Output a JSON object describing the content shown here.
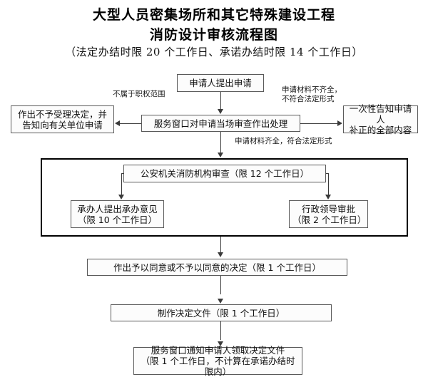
{
  "header": {
    "title_line1": "大型人员密集场所和其它特殊建设工程",
    "title_line2": "消防设计审核流程图",
    "subtitle": "（法定办结时限 20 个工作日、承诺办结时限 14 个工作日）"
  },
  "nodes": {
    "applicant_submit": "申请人提出申请",
    "service_window_review": "服务窗口对申请当场审查作出处理",
    "not_accepted": {
      "line1": "作出不予受理决定，并",
      "line2": "告知向有关单位申请"
    },
    "notify_correction": {
      "line1": "一次性告知申请人",
      "line2": "补正的全部内容"
    },
    "fire_agency_review": "公安机关消防机构审查（限 12 个工作日）",
    "handler_opinion": {
      "line1": "承办人提出承办意见",
      "line2": "（限 10 个工作日）"
    },
    "leader_approval": {
      "line1": "行政领导审批",
      "line2": "（限 2 个工作日）"
    },
    "decision": "作出予以同意或不予以同意的决定（限 1 个工作日）",
    "make_document": "制作决定文件（限 1 个工作日）",
    "notify_pickup": {
      "line1": "服务窗口通知申请人领取决定文件",
      "line2": "（限 1 个工作日，不计算在承诺办结时限内）"
    }
  },
  "edge_labels": {
    "out_of_scope": "不属于职权范围",
    "incomplete_materials": "申请材料不齐全，\n不符合法定形式",
    "complete_materials": "申请材料齐全，符合法定形式"
  },
  "colors": {
    "box_border": "#5a5a5a",
    "box_fill": "#fcfcfc",
    "frame_border": "#000000",
    "connector": "#3a3a3a",
    "text": "#101010",
    "background": "#ffffff"
  }
}
